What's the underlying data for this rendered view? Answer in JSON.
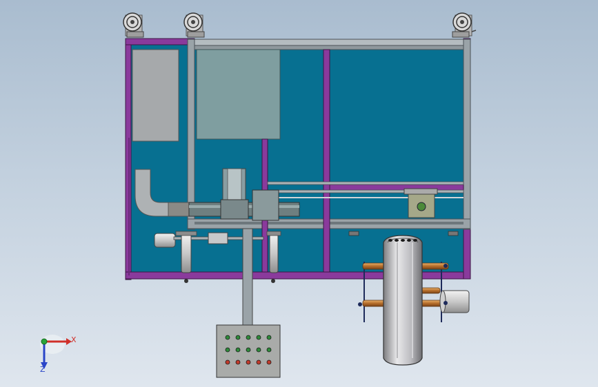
{
  "viewport": {
    "background_top": "#a9bccf",
    "background_bottom": "#dfe6ee"
  },
  "colors": {
    "frame_magenta": "#8a3a9c",
    "panel_teal": "#077091",
    "steel_gray": "#9aa3a8",
    "steel_dark": "#5d676d",
    "hopper_gray": "#7f9ea0",
    "box_gray": "#a6a9ab",
    "copper": "#c07a37",
    "axis_x": "#d0302a",
    "axis_y": "#2aa43a",
    "axis_z": "#2a45c8"
  },
  "triad": {
    "x_label": "X",
    "z_label": "Z"
  },
  "parts": {
    "casters": [
      "caster-wheel",
      "caster-wheel",
      "caster-wheel"
    ],
    "control_box_lamps": 15
  }
}
